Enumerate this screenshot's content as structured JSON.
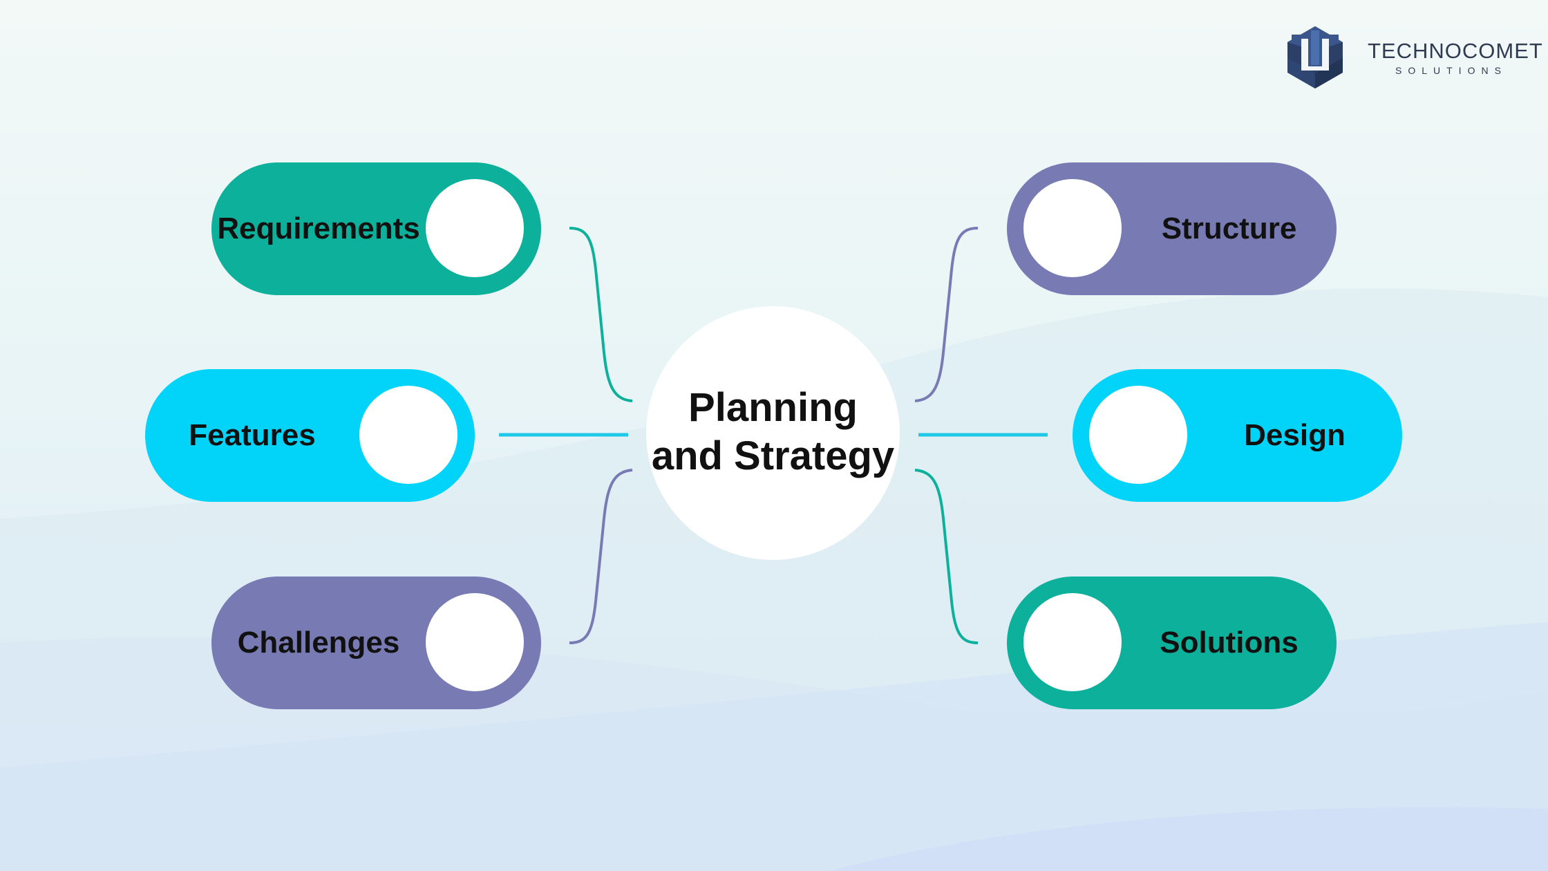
{
  "logo": {
    "name": "TECHNOCOMET",
    "subtitle": "SOLUTIONS"
  },
  "center": {
    "line1": "Planning",
    "line2": "and Strategy"
  },
  "nodes": {
    "requirements": "Requirements",
    "features": "Features",
    "challenges": "Challenges",
    "structure": "Structure",
    "design": "Design",
    "solutions": "Solutions"
  },
  "colors": {
    "teal": "#0db09a",
    "cyan": "#02d3f9",
    "purple": "#787bb3",
    "connector_cyan": "#1dc9e6"
  }
}
